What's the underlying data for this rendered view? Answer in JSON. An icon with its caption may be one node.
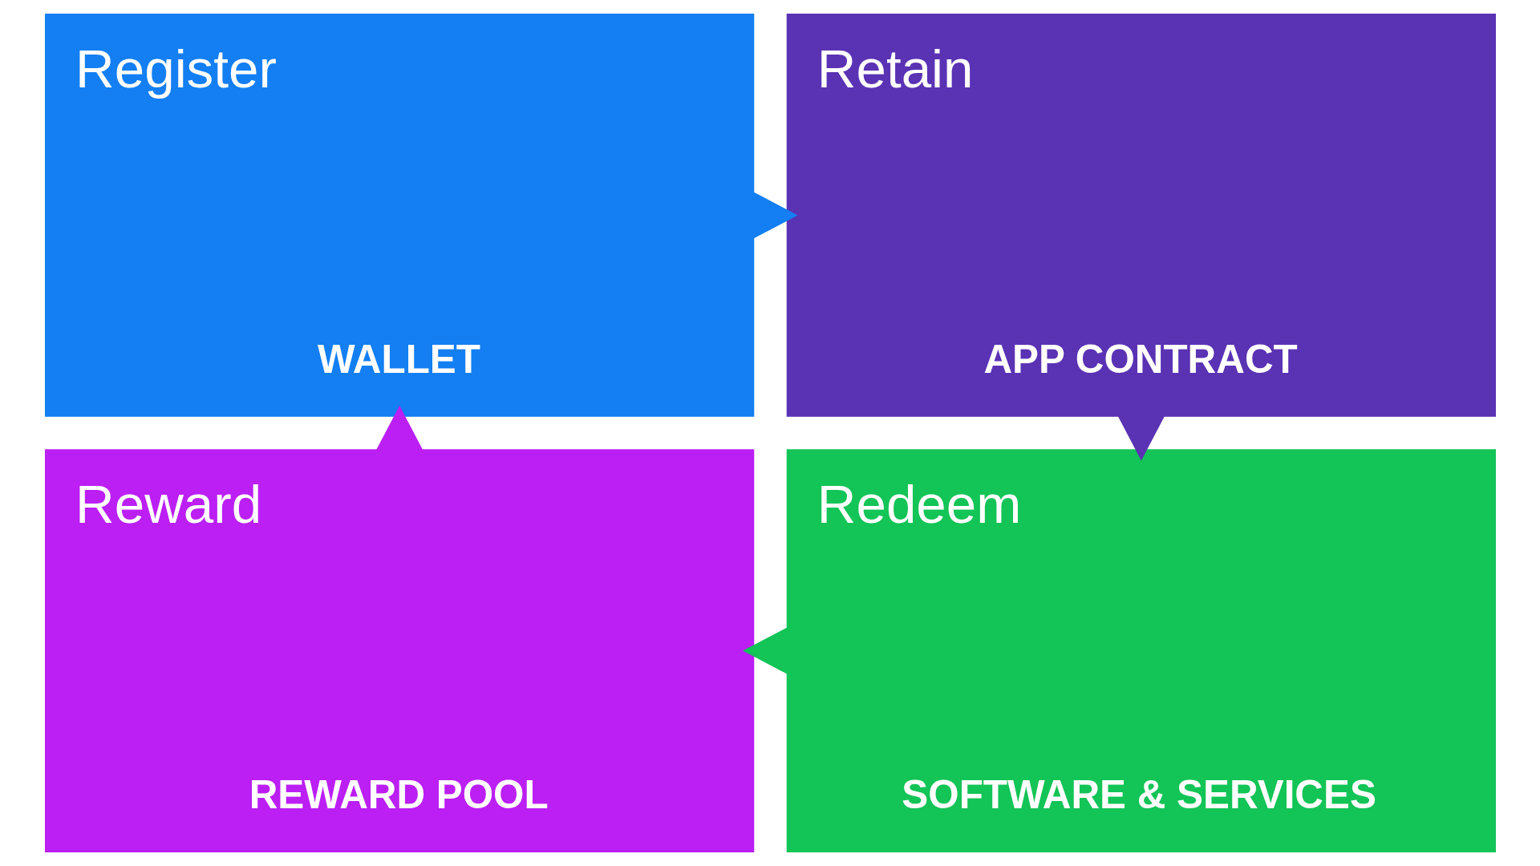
{
  "diagram": {
    "nodes": [
      {
        "text": [
          "Register",
          "WALLET"
        ]
      },
      {
        "text": [
          "Retain",
          "APP CONTRACT"
        ]
      },
      {
        "text": [
          "Reward",
          "REWARD POOL"
        ]
      },
      {
        "text": [
          "Redeem",
          "SOFTWARE & SERVICES"
        ]
      }
    ],
    "edges": [
      {
        "from": 0,
        "to": 1,
        "arrow": "to",
        "color": "#137ff2"
      },
      {
        "from": 1,
        "to": 3,
        "arrow": "to",
        "color": "#5a32b4"
      },
      {
        "from": 3,
        "to": 2,
        "arrow": "to",
        "color": "#13c456"
      },
      {
        "from": 2,
        "to": 0,
        "arrow": "to",
        "color": "#bb1ff4"
      }
    ]
  }
}
